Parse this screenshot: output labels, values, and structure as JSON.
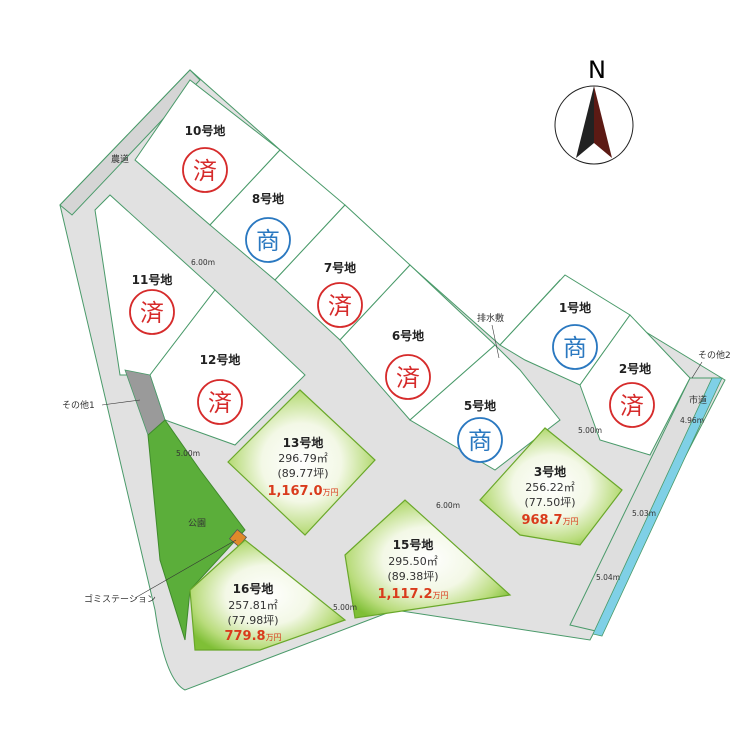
{
  "compass": {
    "label": "N"
  },
  "lots": [
    {
      "id": "lot-10",
      "name": "10号地",
      "status": "済"
    },
    {
      "id": "lot-8",
      "name": "8号地",
      "status": "商"
    },
    {
      "id": "lot-11",
      "name": "11号地",
      "status": "済"
    },
    {
      "id": "lot-7",
      "name": "7号地",
      "status": "済"
    },
    {
      "id": "lot-6",
      "name": "6号地",
      "status": "済"
    },
    {
      "id": "lot-12",
      "name": "12号地",
      "status": "済"
    },
    {
      "id": "lot-5",
      "name": "5号地",
      "status": "商"
    },
    {
      "id": "lot-1",
      "name": "1号地",
      "status": "商"
    },
    {
      "id": "lot-2",
      "name": "2号地",
      "status": "済"
    }
  ],
  "available_lots": [
    {
      "id": "lot-13",
      "name": "13号地",
      "area_m2": "296.79㎡",
      "area_tsubo": "(89.77坪)",
      "price": "1,167.0",
      "price_unit": "万円"
    },
    {
      "id": "lot-3",
      "name": "3号地",
      "area_m2": "256.22㎡",
      "area_tsubo": "(77.50坪)",
      "price": "968.7",
      "price_unit": "万円"
    },
    {
      "id": "lot-15",
      "name": "15号地",
      "area_m2": "295.50㎡",
      "area_tsubo": "(89.38坪)",
      "price": "1,117.2",
      "price_unit": "万円"
    },
    {
      "id": "lot-16",
      "name": "16号地",
      "area_m2": "257.81㎡",
      "area_tsubo": "(77.98坪)",
      "price": "779.8",
      "price_unit": "万円"
    }
  ],
  "road_dimensions": {
    "d1": "6.00m",
    "d2": "5.00m",
    "d3": "6.00m",
    "d4": "5.00m",
    "d5": "5.00m",
    "d6": "5.03m",
    "d7": "5.04m",
    "d8": "4.96m"
  },
  "labels": {
    "farm_road": "農道",
    "drainage": "排水敷",
    "other1": "その他1",
    "other2": "その他2",
    "city_road": "市道",
    "park": "公園",
    "garbage_station": "ゴミステーション"
  },
  "colors": {
    "sold_stamp": "#d62b2b",
    "business_stamp": "#2a78c0",
    "available_lot": "#8cc63e",
    "park": "#5bae3a",
    "road": "#e0e0e0",
    "water": "#7fd0e6"
  }
}
